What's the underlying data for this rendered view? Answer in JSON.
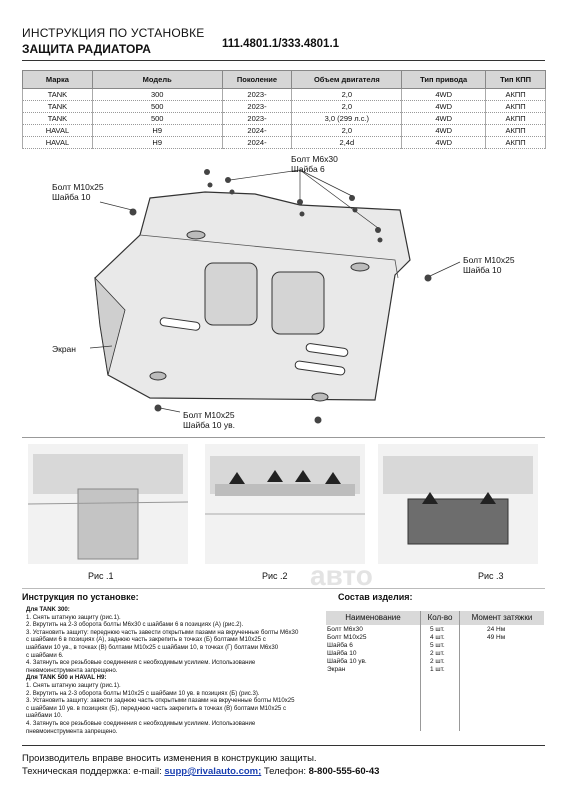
{
  "header": {
    "line1": "ИНСТРУКЦИЯ ПО УСТАНОВКЕ",
    "line2": "ЗАЩИТА РАДИАТОРА",
    "part_number": "111.4801.1/333.4801.1"
  },
  "spec_table": {
    "columns": [
      "Марка",
      "Модель",
      "Поколение",
      "Объем двигателя",
      "Тип привода",
      "Тип КПП"
    ],
    "rows": [
      [
        "TANK",
        "300",
        "2023-",
        "2,0",
        "4WD",
        "АКПП"
      ],
      [
        "TANK",
        "500",
        "2023-",
        "2,0",
        "4WD",
        "АКПП"
      ],
      [
        "TANK",
        "500",
        "2023-",
        "3,0 (299 л.с.)",
        "4WD",
        "АКПП"
      ],
      [
        "HAVAL",
        "H9",
        "2024-",
        "2,0",
        "4WD",
        "АКПП"
      ],
      [
        "HAVAL",
        "H9",
        "2024-",
        "2,4d",
        "4WD",
        "АКПП"
      ]
    ]
  },
  "diagram": {
    "callout_top_right": [
      "Болт М6х30",
      "Шайба 6"
    ],
    "callout_left": [
      "Болт М10х25",
      "Шайба 10"
    ],
    "callout_right": [
      "Болт М10х25",
      "Шайба 10"
    ],
    "callout_screen": "Экран",
    "callout_bottom": [
      "Болт М10х25",
      "Шайба 10 ув."
    ]
  },
  "figures": [
    "Рис .1",
    "Рис .2",
    "Рис .3"
  ],
  "instructions": {
    "title": "Инструкция по установке:",
    "sec1": "Для TANK 300:",
    "sec1_steps": [
      "1. Снять штатную защиту (рис.1).",
      "2. Вкрутить на 2-3 оборота болты М6х30 с шайбами 6 в позициях (А) (рис.2).",
      "3. Установить защиту: переднюю часть завести открытыми пазами на вкрученные болты М6х30",
      "с шайбами 6 в позициях (А), заднюю часть закрепить в точках (Б) болтами М10х25 с",
      "шайбами 10 ув., в точках (В) болтами М10х25 с шайбами 10, в точках (Г) болтами М6х30",
      "с шайбами 6.",
      "4. Затянуть все резьбовые соединения с необходимым усилием. Использование",
      "пневмоинструмента запрещено."
    ],
    "sec2": "Для TANK 500 и HAVAL H9:",
    "sec2_steps": [
      "1. Снять штатную защиту (рис.1).",
      "2. Вкрутить на 2-3 оборота болты М10х25 с шайбами 10 ув. в позициях (Б) (рис.3).",
      "3. Установить защиту: завести заднюю часть открытыми пазами на вкрученные болты М10х25",
      "с шайбами 10 ув. в позициях (Б), переднюю часть закрепить в точках (В) болтами М10х25 с",
      "шайбами 10.",
      "4. Затянуть все резьбовые соединения с необходимым усилием. Использование",
      "пневмоинструмента запрещено."
    ]
  },
  "kit": {
    "title": "Состав изделия:",
    "headers": [
      "Наименование",
      "Кол-во",
      "Момент затяжки"
    ],
    "names": [
      "Болт М6х30",
      "Болт М10х25",
      "Шайба 6",
      "Шайба 10",
      "Шайба 10 ув.",
      "Экран"
    ],
    "qty": [
      "5 шт.",
      "4 шт.",
      "5 шт.",
      "2 шт.",
      "2 шт.",
      "1 шт."
    ],
    "torque": [
      "24 Нм",
      "49 Нм"
    ]
  },
  "footer": {
    "line1": "Производитель вправе вносить изменения в конструкцию защиты.",
    "support_label": "Техническая поддержка:  e-mail: ",
    "email": "supp@rivalauto.com;",
    "phone_label": " Телефон: ",
    "phone": "8-800-555-60-43"
  },
  "watermark": "авто"
}
